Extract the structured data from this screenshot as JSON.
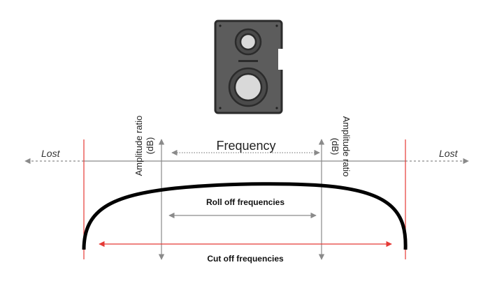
{
  "labels": {
    "lost_left": "Lost",
    "lost_right": "Lost",
    "frequency": "Frequency",
    "amp_left_line1": "Amplitude ratio",
    "amp_left_line2": "(dB)",
    "amp_right_line1": "Amplitude ratio",
    "amp_right_line2": "(dB)",
    "roll_off": "Roll off frequencies",
    "cut_off": "Cut off frequencies"
  },
  "icons": {
    "speaker": "speaker-icon"
  },
  "colors": {
    "cutoff_red": "#e53935",
    "axis_gray": "#8a8a8a",
    "curve": "#000000",
    "speaker_body": "#5c5c5c",
    "speaker_dark": "#2b2b2b"
  }
}
